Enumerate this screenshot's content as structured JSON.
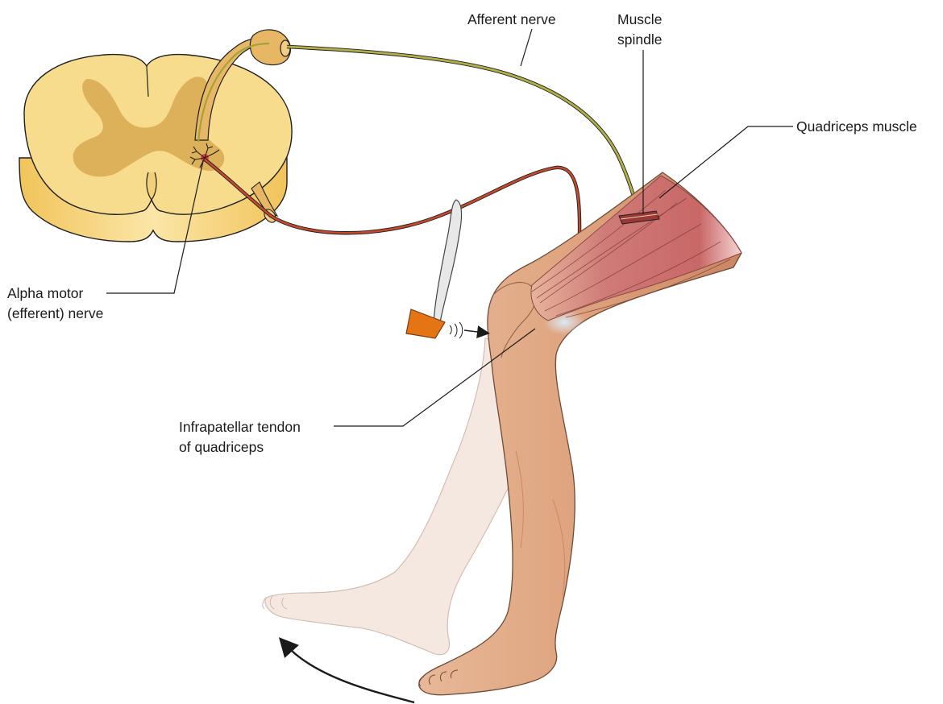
{
  "labels": {
    "afferent_nerve": "Afferent nerve",
    "muscle_spindle_line1": "Muscle",
    "muscle_spindle_line2": "spindle",
    "quadriceps_muscle": "Quadriceps muscle",
    "alpha_motor_line1": "Alpha motor",
    "alpha_motor_line2": "(efferent) nerve",
    "infrapatellar_line1": "Infrapatellar tendon",
    "infrapatellar_line2": "of quadriceps"
  },
  "colors": {
    "spinal_white_matter": "#f7dc8e",
    "spinal_gray_matter": "#ddb05a",
    "spinal_side": "#f0c654",
    "afferent_nerve": "#a4a23a",
    "efferent_nerve": "#b8432a",
    "skin": "#dfa882",
    "skin_shadow": "#c98662",
    "muscle": "#c86a6a",
    "tendon": "#c9dcea",
    "hammer_head": "#e57415",
    "ghost_leg": "#f4e3da"
  }
}
